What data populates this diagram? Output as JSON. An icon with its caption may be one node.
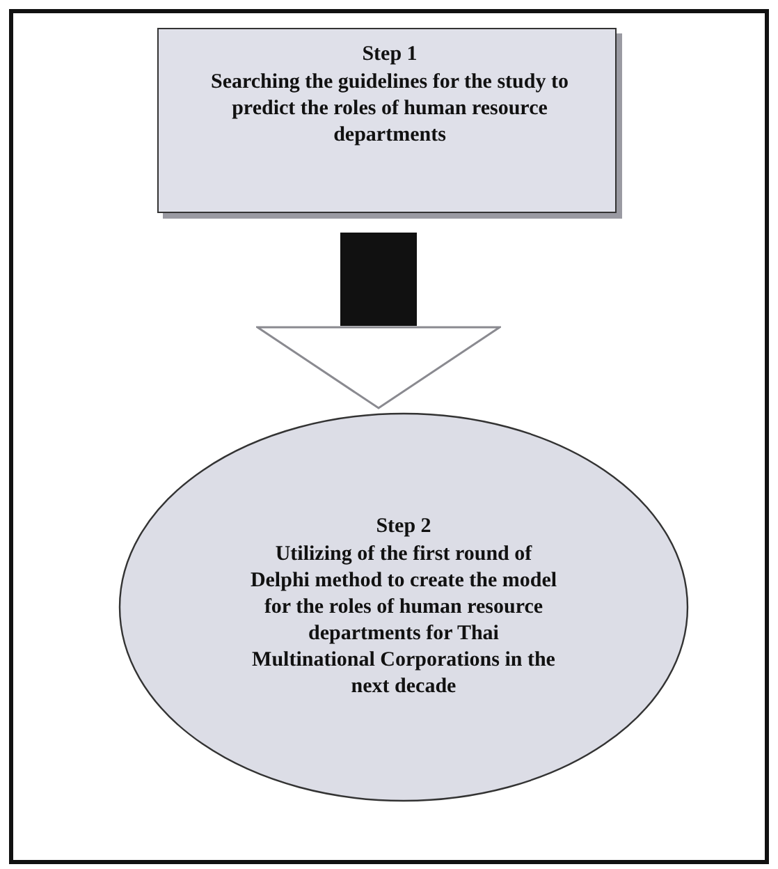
{
  "diagram": {
    "nodes": [
      {
        "text": [
          "Step 1",
          "Searching the guidelines for the study to predict the roles of human resource departments"
        ]
      },
      {
        "text": [
          "Step 2",
          "Utilizing of the first round of Delphi method to create the model for the roles of human resource departments for Thai Multinational Corporations in the next decade"
        ]
      }
    ],
    "edges": [
      {
        "from": 0,
        "to": 1,
        "arrow": "to"
      }
    ]
  }
}
